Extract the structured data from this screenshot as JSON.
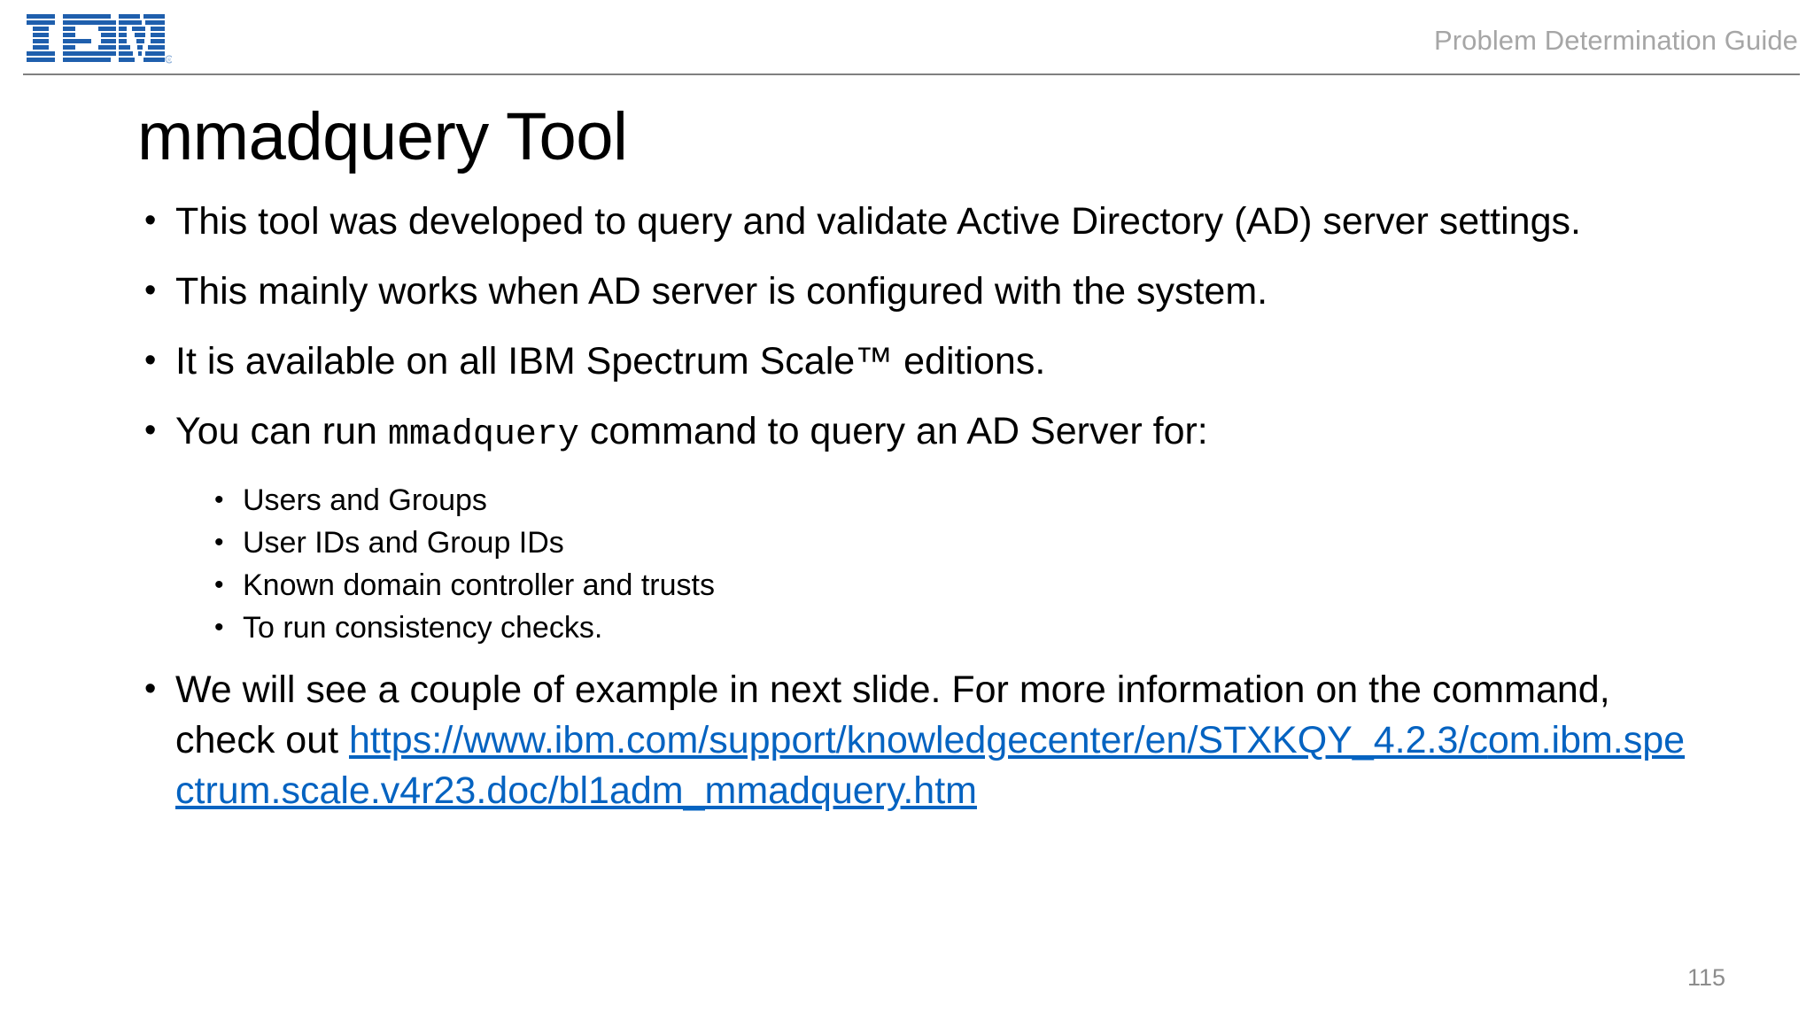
{
  "header": {
    "logo_name": "ibm-logo",
    "guide_title": "Problem Determination Guide"
  },
  "title": "mmadquery Tool",
  "bullets": [
    {
      "text": "This tool was developed to query and validate Active Directory (AD) server settings."
    },
    {
      "text": "This mainly works when AD server is configured with the system."
    },
    {
      "text": "It is available on all IBM Spectrum Scale™ editions."
    },
    {
      "prefix": "You can run ",
      "code": "mmadquery",
      "suffix": " command to query an AD Server for:",
      "sub_bullets": [
        "Users and Groups",
        "User IDs and Group IDs",
        "Known domain controller and trusts",
        "To run consistency checks."
      ]
    },
    {
      "prefix": "We will see a couple of example in next slide. For more information on the command, check out ",
      "link_line1": "https://www.ibm.com/support/knowledgecenter/en/STXKQY_4.2.3/c",
      "link_line2": "om.ibm.spectrum.scale.v4r23.doc/bl1adm_mmadquery.htm"
    }
  ],
  "page_number": "115",
  "colors": {
    "link": "#0563C1",
    "logo_blue": "#1F5FAD",
    "header_text": "#A6A6A6",
    "rule": "#808080",
    "page_number": "#8C8C8C"
  }
}
